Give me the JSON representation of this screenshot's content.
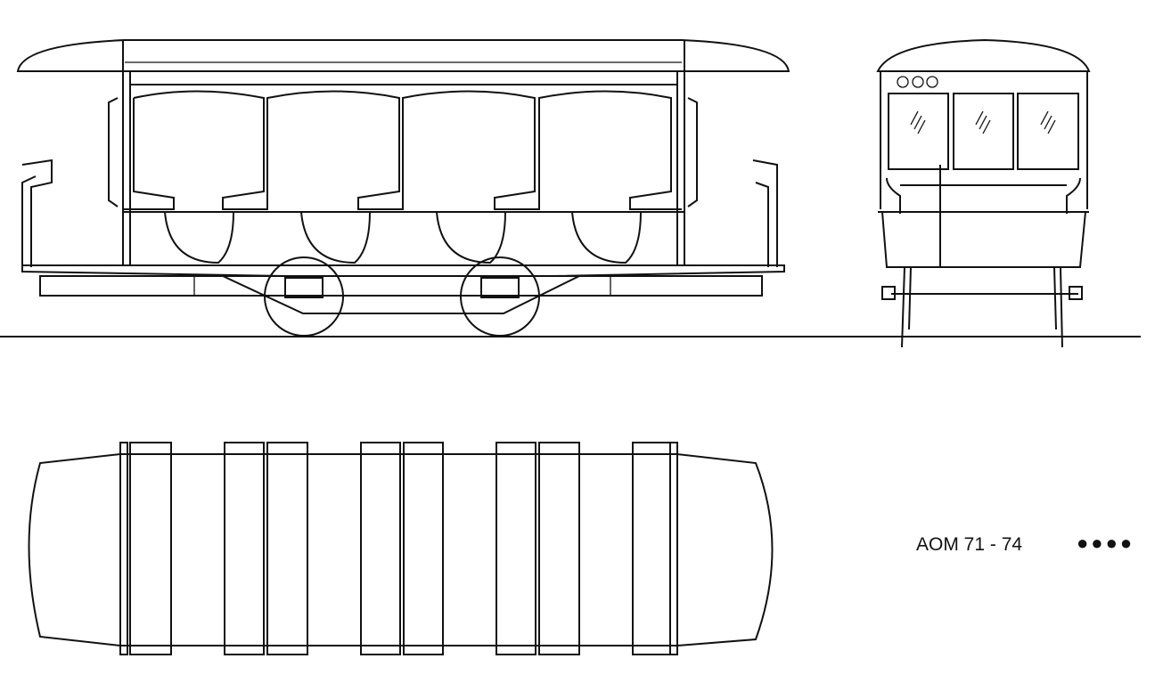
{
  "drawing": {
    "caption": "AOM 71 - 74",
    "marker": "●●●●",
    "views": [
      "side-elevation",
      "end-elevation",
      "plan-view"
    ],
    "line_color": "#111111",
    "background": "#ffffff"
  }
}
